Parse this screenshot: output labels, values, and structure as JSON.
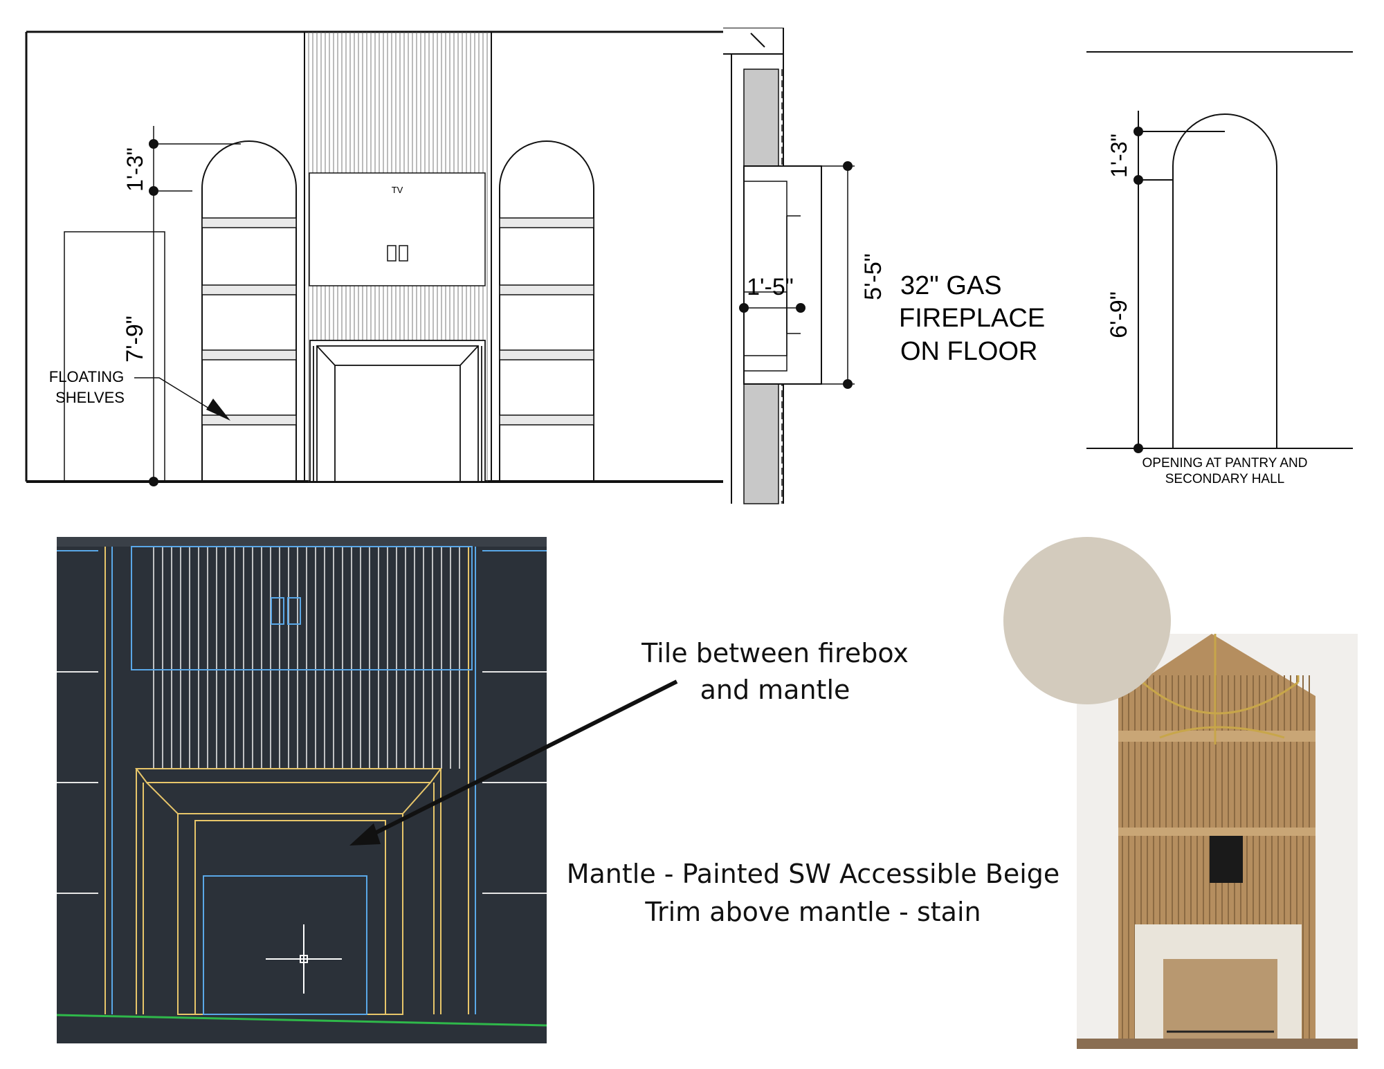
{
  "colors": {
    "paint_swatch": "#d3cbbd",
    "cad_background": "#2b3139",
    "cad_yellow": "#e8c66a",
    "cad_blue": "#5aa8e8",
    "cad_green": "#2fb84a",
    "slat_wood": "#b58e5f"
  },
  "elevation": {
    "dim_arch_top": "1'-3\"",
    "dim_arch_height": "7'-9\"",
    "tv_label": "TV",
    "shelves_label_line1": "FLOATING",
    "shelves_label_line2": "SHELVES"
  },
  "section": {
    "dim_height": "5'-5\"",
    "dim_depth": "1'-5\"",
    "fireplace_note_line1": "32\" GAS",
    "fireplace_note_line2": "FIREPLACE",
    "fireplace_note_line3": "ON FLOOR"
  },
  "opening": {
    "dim_arch_top": "1'-3\"",
    "dim_height": "6'-9\"",
    "caption_line1": "OPENING AT PANTRY AND",
    "caption_line2": "SECONDARY HALL"
  },
  "annotations": {
    "tile_note_line1": "Tile between firebox",
    "tile_note_line2": "and mantle",
    "mantle_note_line1": "Mantle - Painted SW Accessible Beige",
    "mantle_note_line2": "Trim above mantle - stain"
  }
}
